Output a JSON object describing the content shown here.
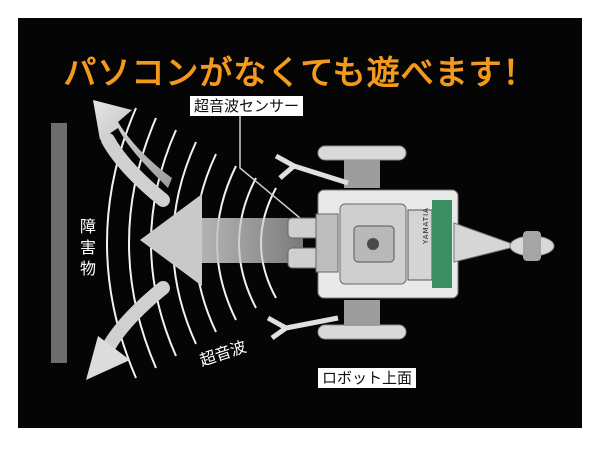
{
  "headline": "パソコンがなくても遊べます！",
  "labels": {
    "sensor": "超音波センサー",
    "wave": "超音波",
    "obstacle": "障害物",
    "robot_top": "ロボット上面"
  },
  "robot_print": "YAMATIA",
  "colors": {
    "background": "#050505",
    "headline": "#f39a1e",
    "obstacle": "#6e6e6e",
    "arrow_gray": "#c7c7c7",
    "robot_body": "#e9e9e9",
    "robot_dark": "#4a4a4a",
    "board": "#3c8f63"
  }
}
